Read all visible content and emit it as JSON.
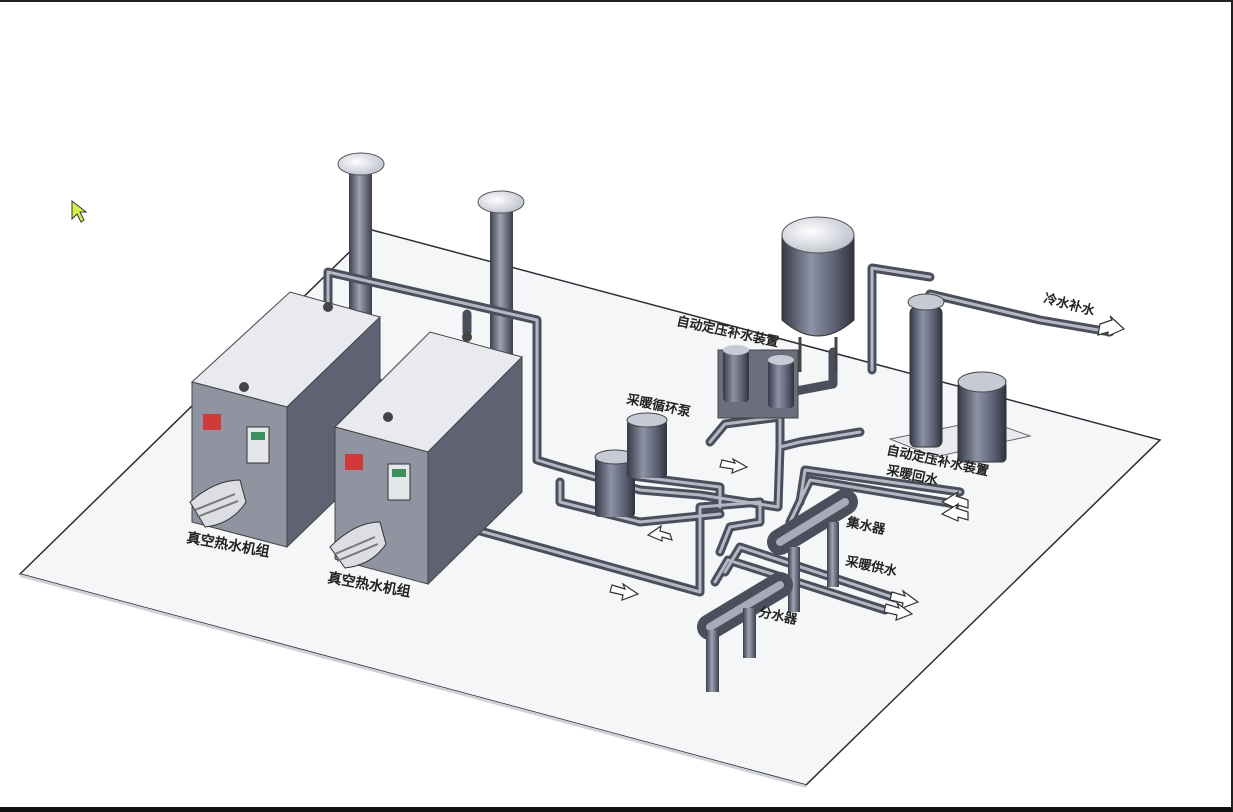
{
  "diagram": {
    "labels": {
      "boiler_1": "真空热水机组",
      "boiler_2": "真空热水机组",
      "pressure_device_top": "自动定压补水装置",
      "pressure_device_right": "自动定压补水装置",
      "cold_makeup": "冷水补水",
      "pump": "采暖循环泵",
      "heating_return": "采暖回水",
      "collector": "集水器",
      "heating_supply": "采暖供水",
      "distributor": "分水器"
    }
  },
  "colors": {
    "floor": "#f4f5f7",
    "metal_dark": "#4a4f5e",
    "metal_mid": "#7c8192",
    "metal_light": "#c9ccd6",
    "boiler_front": "#8e919d",
    "boiler_side": "#5d6070",
    "boiler_top": "#e8e9ee",
    "badge": "#d23a3a",
    "screen": "#3c8f5e"
  },
  "icons": {
    "cursor": "mouse-pointer-icon",
    "arrow": "flow-arrow-icon"
  }
}
